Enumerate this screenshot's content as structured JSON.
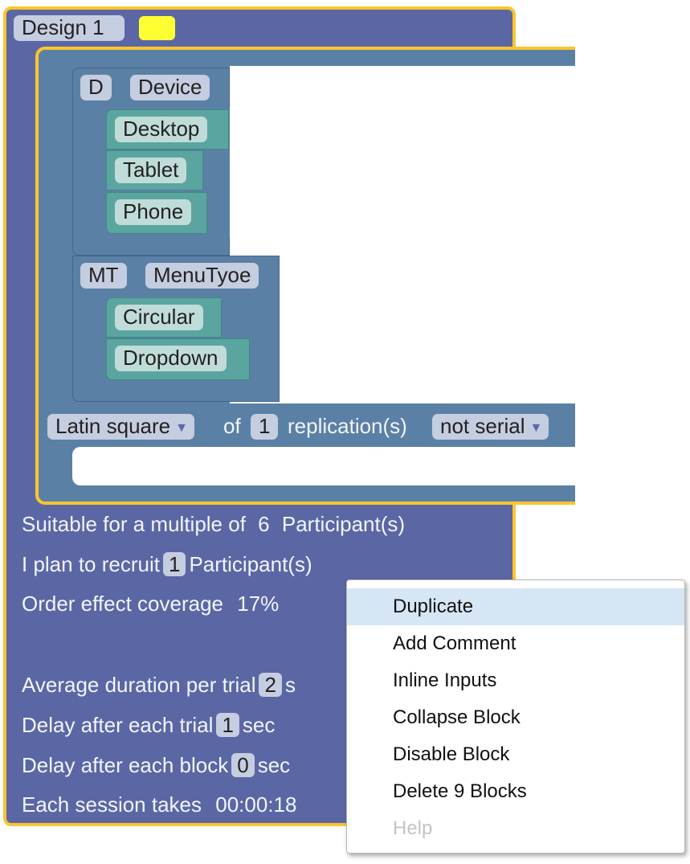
{
  "design": {
    "name": "Design 1",
    "color_swatch": "#ffff33"
  },
  "factors": [
    {
      "abbr": "D",
      "name": "Device",
      "levels": [
        "Desktop",
        "Tablet",
        "Phone"
      ]
    },
    {
      "abbr": "MT",
      "name": "MenuTyoe",
      "levels": [
        "Circular",
        "Dropdown"
      ]
    }
  ],
  "arrangement": {
    "method": "Latin square",
    "of_label": "of",
    "replications": "1",
    "replications_label": "replication(s)",
    "serial": "not serial"
  },
  "summary": {
    "multiple_label": "Suitable for a multiple of",
    "multiple_value": "6",
    "multiple_unit": "Participant(s)",
    "recruit_label": "I plan to recruit",
    "recruit_value": "1",
    "recruit_unit": "Participant(s)",
    "coverage_label": "Order effect coverage",
    "coverage_value": "17%",
    "duration_label": "Average duration per trial",
    "duration_value": "2",
    "duration_unit": "s",
    "trial_delay_label": "Delay after each trial",
    "trial_delay_value": "1",
    "trial_delay_unit": "sec",
    "block_delay_label": "Delay after each block",
    "block_delay_value": "0",
    "block_delay_unit": "sec",
    "session_label": "Each session takes",
    "session_value": "00:00:18"
  },
  "context_menu": {
    "items": [
      {
        "label": "Duplicate",
        "state": "highlighted"
      },
      {
        "label": "Add Comment",
        "state": "enabled"
      },
      {
        "label": "Inline Inputs",
        "state": "enabled"
      },
      {
        "label": "Collapse Block",
        "state": "enabled"
      },
      {
        "label": "Disable Block",
        "state": "enabled"
      },
      {
        "label": "Delete 9 Blocks",
        "state": "enabled"
      },
      {
        "label": "Help",
        "state": "disabled"
      }
    ]
  },
  "colors": {
    "design_block": "#5b67a4",
    "selection_outline": "#fbc531",
    "arrangement_block": "#5b80a5",
    "factor_block": "#5b80a5",
    "level_block": "#5ba5a0"
  }
}
